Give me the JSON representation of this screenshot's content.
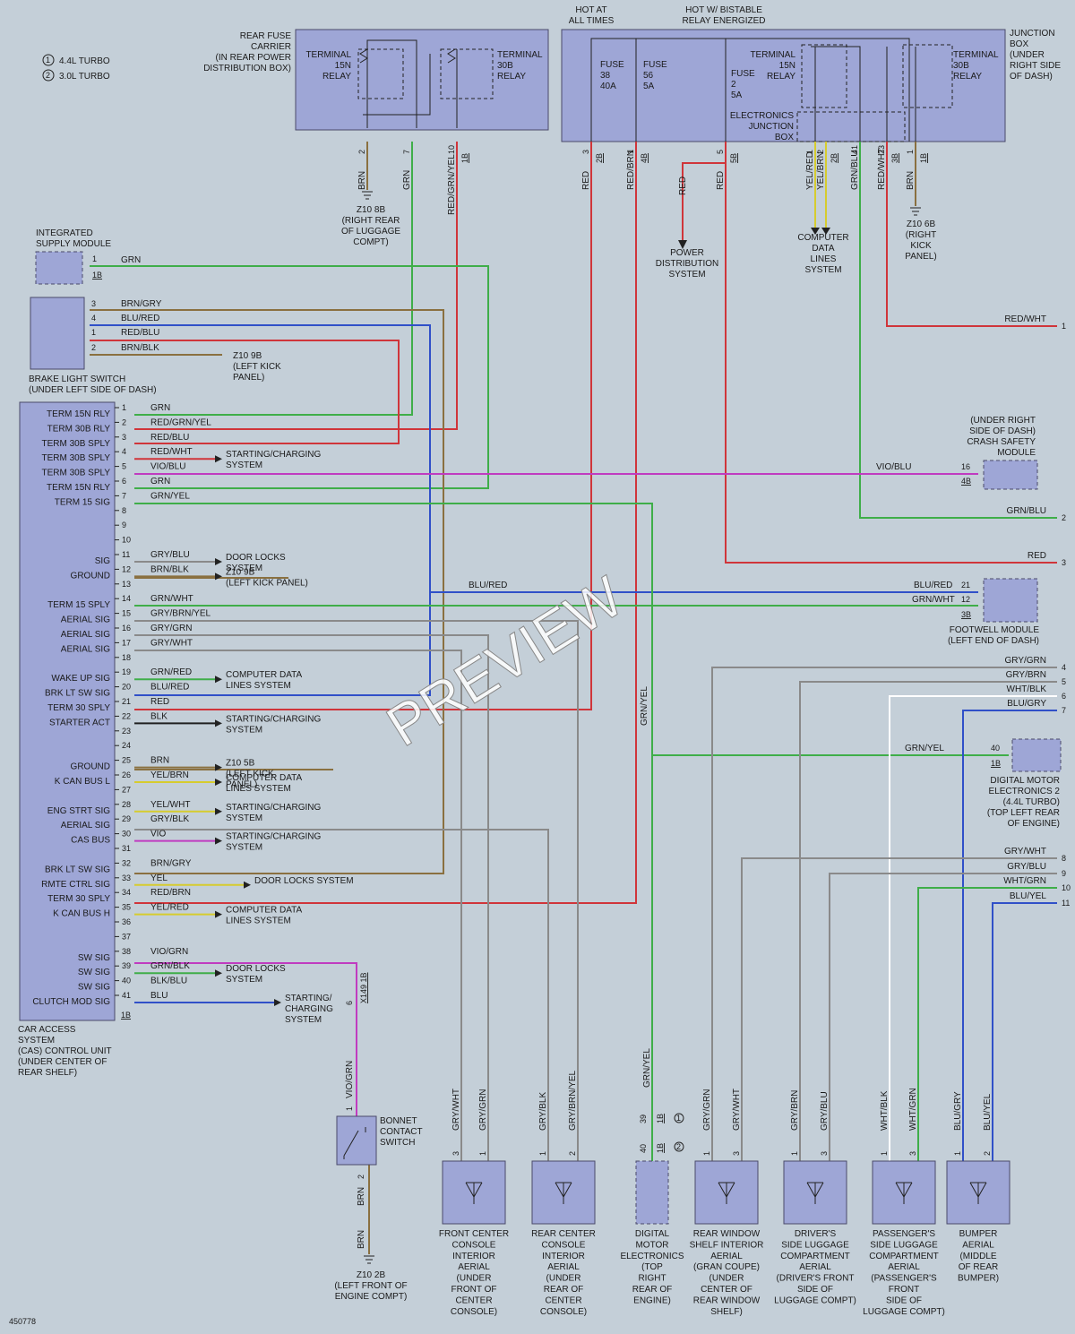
{
  "legend": [
    {
      "num": "1",
      "text": "4.4L TURBO"
    },
    {
      "num": "2",
      "text": "3.0L TURBO"
    }
  ],
  "footer_id": "450778",
  "watermark": "PREVIEW",
  "top": {
    "rear_fuse_carrier": "REAR FUSE\nCARRIER\n(IN REAR POWER\nDISTRIBUTION BOX)",
    "term15n_relay": "TERMINAL\n15N\nRELAY",
    "term30b_relay": "TERMINAL\n30B\nRELAY",
    "hot_at_all_times": "HOT AT\nALL TIMES",
    "hot_bistable": "HOT W/ BISTABLE\nRELAY ENERGIZED",
    "junction_box": "JUNCTION\nBOX\n(UNDER\nRIGHT SIDE\nOF DASH)",
    "fuse38": "FUSE\n38\n40A",
    "fuse56": "FUSE\n56\n5A",
    "fuse2": "FUSE\n2\n5A",
    "jb_term15n": "TERMINAL\n15N\nRELAY",
    "jb_term30b": "TERMINAL\n30B\nRELAY",
    "ejb": "ELECTRONICS\nJUNCTION\nBOX",
    "z10_8b": "Z10 8B\n(RIGHT REAR\nOF LUGGAGE\nCOMPT)",
    "z10_6b": "Z10 6B\n(RIGHT\nKICK\nPANEL)",
    "power_dist": "POWER\nDISTRIBUTION\nSYSTEM",
    "computer_data_top": "COMPUTER\nDATA\nLINES\nSYSTEM"
  },
  "top_pins": [
    {
      "pin": "2",
      "color": "BRN"
    },
    {
      "pin": "7",
      "color": "GRN"
    },
    {
      "pin": "10",
      "color": "RED/GRN/YEL",
      "conn": "1B"
    },
    {
      "pin": "3",
      "color": "RED",
      "conn": "2B"
    },
    {
      "pin": "1",
      "color": "RED/BRN",
      "conn": "4B"
    },
    {
      "pin": "5",
      "color": "RED",
      "conn": "5B"
    },
    {
      "pin": "1",
      "color": "YEL/RED"
    },
    {
      "pin": "2",
      "color": "YEL/BRN",
      "conn": "2B"
    },
    {
      "pin": "41",
      "color": "GRN/BLU"
    },
    {
      "pin": "23",
      "color": "RED/WHT",
      "conn": "3B"
    },
    {
      "pin": "1",
      "color": "BRN",
      "conn": "1B"
    },
    {
      "pin": "",
      "color": "RED"
    }
  ],
  "left": {
    "ism": "INTEGRATED\nSUPPLY MODULE",
    "ism_pin": "1",
    "ism_conn": "1B",
    "ism_wire": "GRN",
    "bls": "BRAKE LIGHT SWITCH\n(UNDER LEFT SIDE OF DASH)",
    "bls_pins": [
      {
        "pin": "3",
        "color": "BRN/GRY"
      },
      {
        "pin": "4",
        "color": "BLU/RED"
      },
      {
        "pin": "1",
        "color": "RED/BLU"
      },
      {
        "pin": "2",
        "color": "BRN/BLK"
      }
    ],
    "z10_9b_a": "Z10 9B\n(LEFT KICK\nPANEL)",
    "cas": "CAR ACCESS\nSYSTEM\n(CAS) CONTROL UNIT\n(UNDER CENTER OF\nREAR SHELF)",
    "cas_conn": "1B"
  },
  "cas_pins": [
    {
      "n": "1",
      "name": "TERM 15N RLY",
      "color": "GRN"
    },
    {
      "n": "2",
      "name": "TERM 30B RLY",
      "color": "RED/GRN/YEL"
    },
    {
      "n": "3",
      "name": "TERM 30B SPLY",
      "color": "RED/BLU"
    },
    {
      "n": "4",
      "name": "TERM 30B SPLY",
      "color": "RED/WHT",
      "to": "STARTING/CHARGING\nSYSTEM"
    },
    {
      "n": "5",
      "name": "TERM 30B SPLY",
      "color": "VIO/BLU"
    },
    {
      "n": "6",
      "name": "TERM 15N RLY",
      "color": "GRN"
    },
    {
      "n": "7",
      "name": "TERM 15 SIG",
      "color": "GRN/YEL"
    },
    {
      "n": "8",
      "name": "",
      "color": ""
    },
    {
      "n": "9",
      "name": "",
      "color": ""
    },
    {
      "n": "10",
      "name": "",
      "color": ""
    },
    {
      "n": "11",
      "name": "SIG",
      "color": "GRY/BLU",
      "to": "DOOR LOCKS\nSYSTEM"
    },
    {
      "n": "12",
      "name": "GROUND",
      "color": "BRN/BLK",
      "to": "Z10 9B\n(LEFT KICK PANEL)"
    },
    {
      "n": "13",
      "name": "",
      "color": ""
    },
    {
      "n": "14",
      "name": "TERM 15 SPLY",
      "color": "GRN/WHT"
    },
    {
      "n": "15",
      "name": "AERIAL SIG",
      "color": "GRY/BRN/YEL"
    },
    {
      "n": "16",
      "name": "AERIAL SIG",
      "color": "GRY/GRN"
    },
    {
      "n": "17",
      "name": "AERIAL SIG",
      "color": "GRY/WHT"
    },
    {
      "n": "18",
      "name": "",
      "color": ""
    },
    {
      "n": "19",
      "name": "WAKE UP SIG",
      "color": "GRN/RED",
      "to": "COMPUTER DATA\nLINES SYSTEM"
    },
    {
      "n": "20",
      "name": "BRK LT SW SIG",
      "color": "BLU/RED"
    },
    {
      "n": "21",
      "name": "TERM 30 SPLY",
      "color": "RED"
    },
    {
      "n": "22",
      "name": "STARTER ACT",
      "color": "BLK",
      "to": "STARTING/CHARGING\nSYSTEM"
    },
    {
      "n": "23",
      "name": "",
      "color": ""
    },
    {
      "n": "24",
      "name": "",
      "color": ""
    },
    {
      "n": "25",
      "name": "GROUND",
      "color": "BRN",
      "to": "Z10 5B\n(LEFT KICK\nPANEL)"
    },
    {
      "n": "26",
      "name": "K CAN BUS L",
      "color": "YEL/BRN",
      "to": "COMPUTER DATA\nLINES SYSTEM"
    },
    {
      "n": "27",
      "name": "",
      "color": ""
    },
    {
      "n": "28",
      "name": "ENG STRT SIG",
      "color": "YEL/WHT",
      "to": "STARTING/CHARGING\nSYSTEM"
    },
    {
      "n": "29",
      "name": "AERIAL SIG",
      "color": "GRY/BLK"
    },
    {
      "n": "30",
      "name": "CAS BUS",
      "color": "VIO",
      "to": "STARTING/CHARGING\nSYSTEM"
    },
    {
      "n": "31",
      "name": "",
      "color": ""
    },
    {
      "n": "32",
      "name": "BRK LT SW SIG",
      "color": "BRN/GRY"
    },
    {
      "n": "33",
      "name": "RMTE CTRL SIG",
      "color": "YEL",
      "to": "DOOR LOCKS SYSTEM"
    },
    {
      "n": "34",
      "name": "TERM 30 SPLY",
      "color": "RED/BRN"
    },
    {
      "n": "35",
      "name": "K CAN BUS H",
      "color": "YEL/RED",
      "to": "COMPUTER DATA\nLINES SYSTEM"
    },
    {
      "n": "36",
      "name": "",
      "color": ""
    },
    {
      "n": "37",
      "name": "",
      "color": ""
    },
    {
      "n": "38",
      "name": "SW SIG",
      "color": "VIO/GRN"
    },
    {
      "n": "39",
      "name": "SW SIG",
      "color": "GRN/BLK",
      "to": "DOOR LOCKS\nSYSTEM"
    },
    {
      "n": "40",
      "name": "SW SIG",
      "color": "BLK/BLU"
    },
    {
      "n": "41",
      "name": "CLUTCH MOD SIG",
      "color": "BLU",
      "to": "STARTING/\nCHARGING\nSYSTEM"
    }
  ],
  "right": {
    "crash": "(UNDER RIGHT\nSIDE OF DASH)\nCRASH SAFETY\nMODULE",
    "crash_pin": "16",
    "crash_conn": "4B",
    "crash_wire": "VIO/BLU",
    "footwell": "FOOTWELL MODULE\n(LEFT END OF DASH)",
    "footwell_pins": [
      {
        "pin": "21",
        "color": "BLU/RED"
      },
      {
        "pin": "12",
        "color": "GRN/WHT"
      }
    ],
    "footwell_conn": "3B",
    "footwell_wire": "BLU/RED",
    "dme2": "DIGITAL MOTOR\nELECTRONICS 2\n(4.4L TURBO)\n(TOP LEFT REAR\nOF ENGINE)",
    "dme2_pin": "40",
    "dme2_conn": "1B",
    "dme2_wire": "GRN/YEL",
    "vert_grnyel": "GRN/YEL"
  },
  "offpage": [
    {
      "n": "1",
      "color": "RED/WHT"
    },
    {
      "n": "2",
      "color": "GRN/BLU"
    },
    {
      "n": "3",
      "color": "RED"
    },
    {
      "n": "4",
      "color": "GRY/GRN"
    },
    {
      "n": "5",
      "color": "GRY/BRN"
    },
    {
      "n": "6",
      "color": "WHT/BLK"
    },
    {
      "n": "7",
      "color": "BLU/GRY"
    },
    {
      "n": "8",
      "color": "GRY/WHT"
    },
    {
      "n": "9",
      "color": "GRY/BLU"
    },
    {
      "n": "10",
      "color": "WHT/GRN"
    },
    {
      "n": "11",
      "color": "BLU/YEL"
    }
  ],
  "bonnet": {
    "label": "BONNET\nCONTACT\nSWITCH",
    "wire_top": "VIO/GRN",
    "pin_top": "1",
    "conn": "X149 1B",
    "conn_pin": "6",
    "wire_bot": "BRN",
    "pin_bot": "2",
    "wire_bot2": "BRN",
    "ground": "Z10 2B\n(LEFT FRONT OF\nENGINE COMPT)"
  },
  "bottom": [
    {
      "label": "FRONT CENTER\nCONSOLE\nINTERIOR\nAERIAL\n(UNDER\nFRONT OF\nCENTER\nCONSOLE)",
      "pins": [
        {
          "p": "3",
          "c": "GRY/WHT"
        },
        {
          "p": "1",
          "c": "GRY/GRN"
        }
      ]
    },
    {
      "label": "REAR CENTER\nCONSOLE\nINTERIOR\nAERIAL\n(UNDER\nREAR OF\nCENTER\nCONSOLE)",
      "pins": [
        {
          "p": "1",
          "c": "GRY/BLK"
        },
        {
          "p": "2",
          "c": "GRY/BRN/YEL"
        }
      ]
    },
    {
      "label": "DIGITAL\nMOTOR\nELECTRONICS\n(TOP\nRIGHT\nREAR OF\nENGINE)",
      "pins": [
        {
          "p": "40",
          "c": "GRN/YEL"
        }
      ]
    },
    {
      "label": "REAR WINDOW\nSHELF INTERIOR\nAERIAL\n(GRAN COUPE)\n(UNDER\nCENTER OF\nREAR WINDOW\nSHELF)",
      "pins": [
        {
          "p": "1",
          "c": "GRY/GRN"
        },
        {
          "p": "3",
          "c": "GRY/WHT"
        }
      ]
    },
    {
      "label": "DRIVER'S\nSIDE LUGGAGE\nCOMPARTMENT\nAERIAL\n(DRIVER'S FRONT\nSIDE OF\nLUGGAGE COMPT)",
      "pins": [
        {
          "p": "1",
          "c": "GRY/BRN"
        },
        {
          "p": "3",
          "c": "GRY/BLU"
        }
      ]
    },
    {
      "label": "PASSENGER'S\nSIDE LUGGAGE\nCOMPARTMENT\nAERIAL\n(PASSENGER'S\nFRONT\nSIDE OF\nLUGGAGE COMPT)",
      "pins": [
        {
          "p": "1",
          "c": "WHT/BLK"
        },
        {
          "p": "3",
          "c": "WHT/GRN"
        }
      ]
    },
    {
      "label": "BUMPER\nAERIAL\n(MIDDLE\nOF REAR\nBUMPER)",
      "pins": [
        {
          "p": "1",
          "c": "BLU/GRY"
        },
        {
          "p": "2",
          "c": "BLU/YEL"
        }
      ]
    }
  ],
  "dme_bottom": {
    "pin1": "39",
    "conn1": "1B",
    "legend1": "2",
    "pin2": "40",
    "conn2": "1B",
    "legend2": "1"
  },
  "colors": {
    "RED": "#d0353a",
    "GRN": "#3fae49",
    "BRN": "#8a7040",
    "BLU": "#3050c8",
    "VIO": "#c03bc0",
    "YEL": "#d6cc2e",
    "GRY": "#8a8a8a",
    "WHT": "#ffffff",
    "BLK": "#202020"
  }
}
